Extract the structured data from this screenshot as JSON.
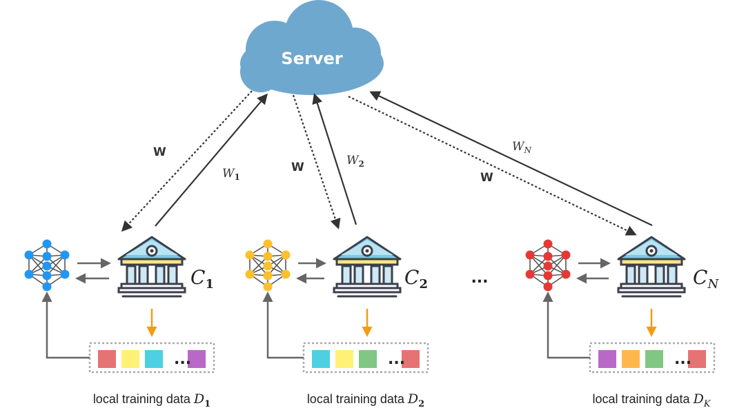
{
  "server": {
    "label": "Server",
    "color": "#6FA8CF"
  },
  "global_weight_label": "W",
  "clients": [
    {
      "label_base": "C",
      "label_sub": "1",
      "weight_base": "W",
      "weight_sub": "1",
      "net_color": "#2196F3",
      "caption": "local training data ",
      "data_base": "D",
      "data_sub": "1",
      "blocks": [
        "#E57373",
        "#FFF176",
        "#4DD0E1",
        "#BA68C8"
      ]
    },
    {
      "label_base": "C",
      "label_sub": "2",
      "weight_base": "W",
      "weight_sub": "2",
      "net_color": "#FBC02D",
      "caption": "local training data ",
      "data_base": "D",
      "data_sub": "2",
      "blocks": [
        "#4DD0E1",
        "#FFF176",
        "#81C784",
        "#E57373"
      ]
    },
    {
      "label_base": "C",
      "label_sub": "N",
      "weight_base": "W",
      "weight_sub": "N",
      "net_color": "#E53935",
      "caption": "local training data ",
      "data_base": "D",
      "data_sub": "K",
      "blocks": [
        "#BA68C8",
        "#FFB74D",
        "#81C784",
        "#E57373"
      ]
    }
  ],
  "ellipsis": "...",
  "block_ellipsis": "...",
  "colors": {
    "arrow": "#333333",
    "flow": "#666666",
    "orange": "#F39C12",
    "box_border": "#AAAAAA"
  }
}
